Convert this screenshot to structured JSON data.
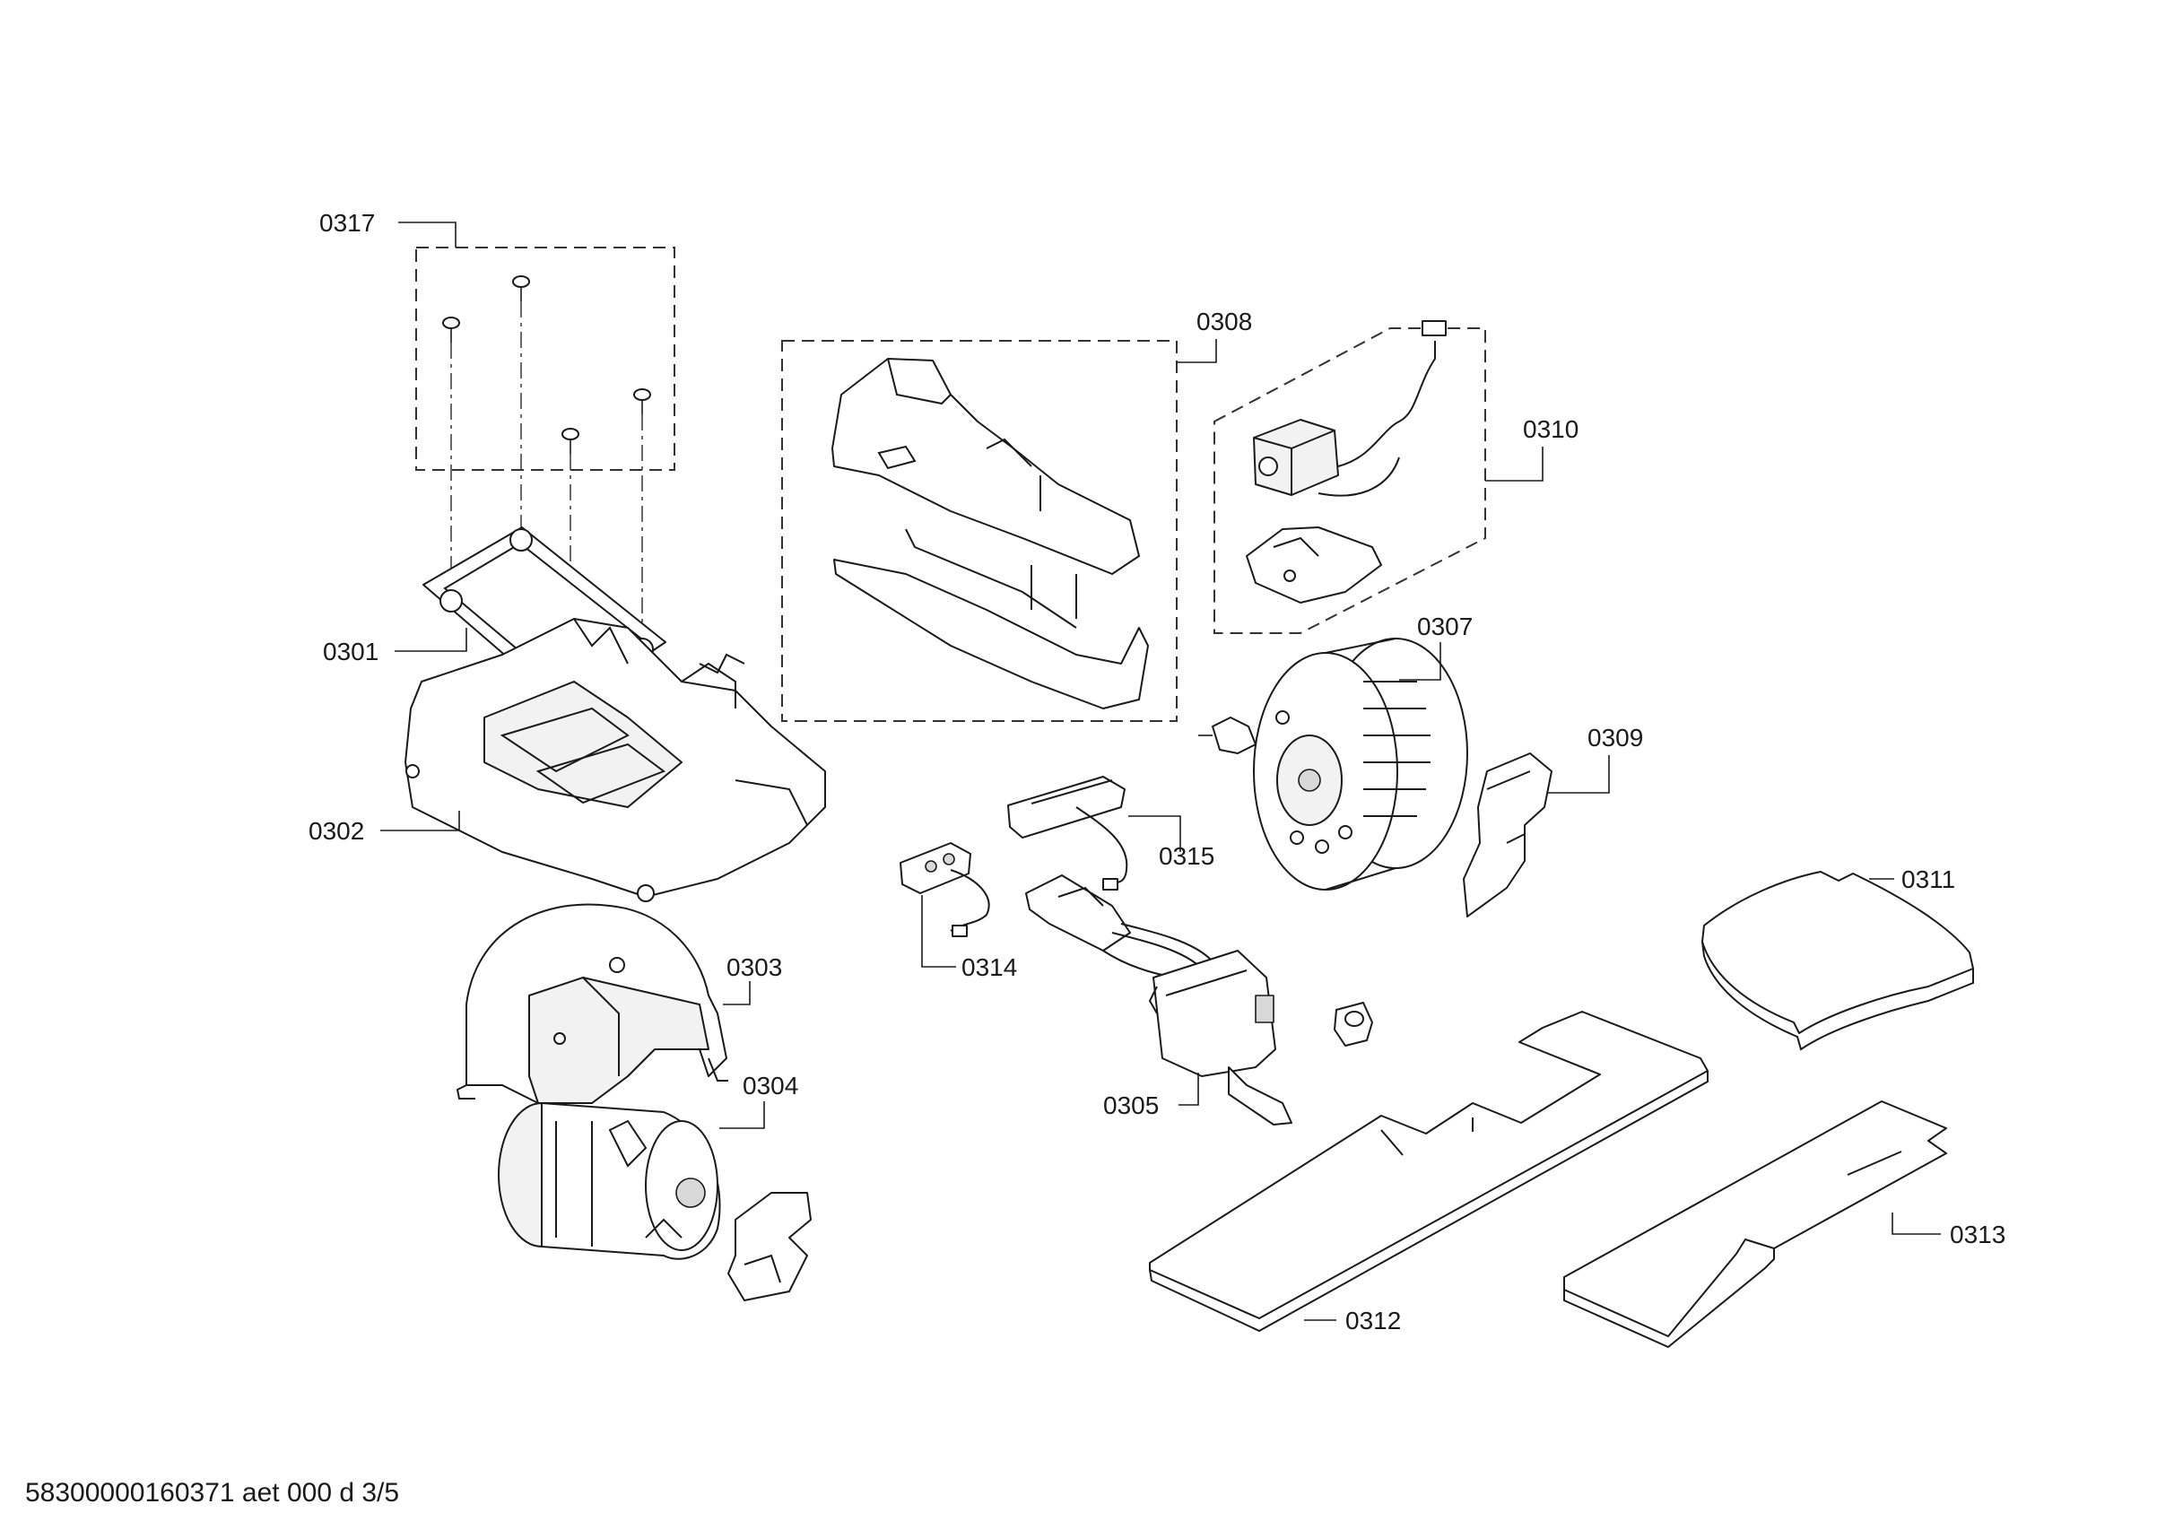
{
  "callouts": {
    "p0301": "0301",
    "p0302": "0302",
    "p0303": "0303",
    "p0304": "0304",
    "p0305": "0305",
    "p0307": "0307",
    "p0308": "0308",
    "p0309": "0309",
    "p0310": "0310",
    "p0311": "0311",
    "p0312": "0312",
    "p0313": "0313",
    "p0314": "0314",
    "p0315": "0315",
    "p0317": "0317"
  },
  "footer": {
    "document_code": "58300000160371 aet 000 d 3/5"
  }
}
